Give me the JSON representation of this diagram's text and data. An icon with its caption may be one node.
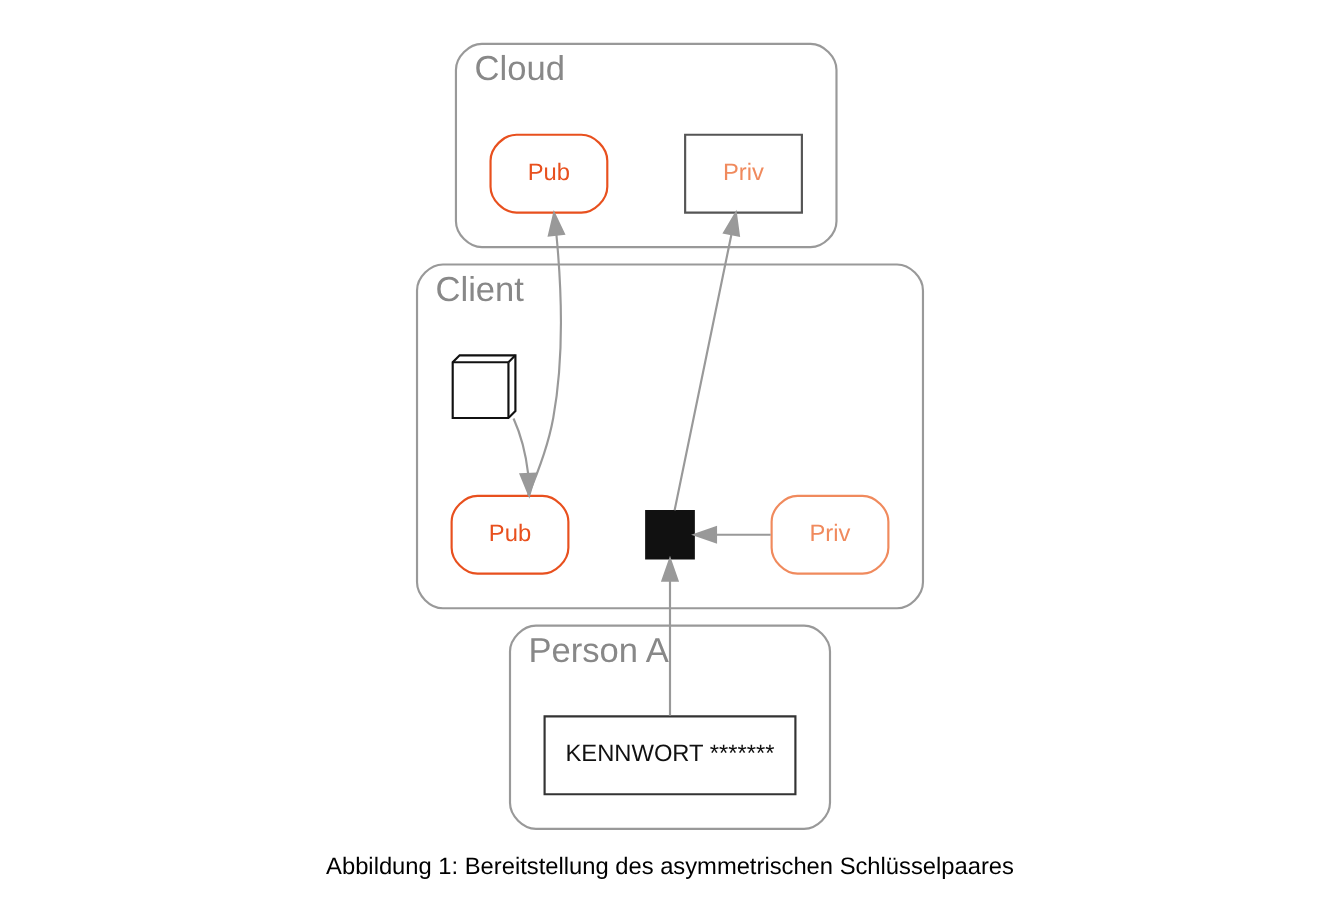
{
  "diagram": {
    "caption": "Abbildung 1: Bereitstellung des asymmetrischen Schlüsselpaares",
    "nodes": [
      {
        "text": [
          "Cloud"
        ]
      },
      {
        "text": [
          "Pub"
        ],
        "in": 0
      },
      {
        "text": [
          "Priv"
        ],
        "in": 0
      },
      {
        "text": [
          "Client"
        ]
      },
      {
        "text": [],
        "shape": "dice",
        "in": 3
      },
      {
        "text": [
          "Pub"
        ],
        "in": 3
      },
      {
        "text": [
          "Priv"
        ],
        "in": 3
      },
      {
        "text": [],
        "shape": "lock",
        "in": 3
      },
      {
        "text": [
          "Person A"
        ]
      },
      {
        "text": [
          "KENNWORT *******"
        ],
        "in": 8
      }
    ],
    "edges": [
      {
        "from": 4,
        "to": 5,
        "arrow": "to"
      },
      {
        "from": 5,
        "to": 1,
        "arrow": "to"
      },
      {
        "from": 6,
        "to": 7,
        "arrow": "to"
      },
      {
        "from": 7,
        "to": 2,
        "arrow": "to"
      },
      {
        "from": 9,
        "to": 7,
        "arrow": "to"
      }
    ]
  }
}
